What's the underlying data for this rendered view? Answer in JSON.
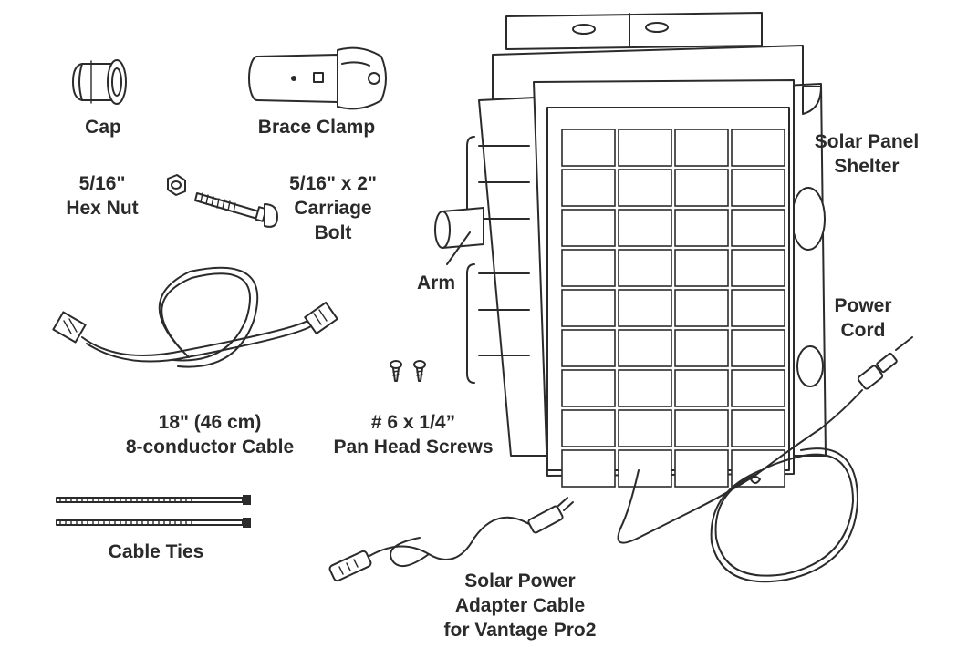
{
  "labels": {
    "cap": "Cap",
    "brace_clamp": "Brace Clamp",
    "hex_nut": [
      "5/16\"",
      "Hex Nut"
    ],
    "carriage_bolt": [
      "5/16\" x 2\"",
      "Carriage",
      "Bolt"
    ],
    "solar_panel_shelter": [
      "Solar Panel",
      "Shelter"
    ],
    "arm": "Arm",
    "power_cord": [
      "Power",
      "Cord"
    ],
    "cable_8_conductor": [
      "18\" (46 cm)",
      "8-conductor Cable"
    ],
    "pan_head_screws": [
      "# 6 x 1/4”",
      "Pan Head Screws"
    ],
    "cable_ties": "Cable Ties",
    "solar_power_adapter_cable": [
      "Solar Power",
      "Adapter Cable",
      "for Vantage Pro2"
    ]
  },
  "icons": {
    "cap": "cap-icon",
    "brace_clamp": "brace-clamp-icon",
    "hex_nut": "hex-nut-icon",
    "carriage_bolt": "carriage-bolt-icon",
    "cable": "cable-icon",
    "screws": "screw-icon",
    "cable_ties": "cable-tie-icon",
    "adapter_cable": "adapter-cable-icon",
    "solar_panel_shelter": "solar-panel-shelter-icon",
    "power_cord": "power-cord-icon"
  },
  "colors": {
    "line": "#2b2b2b",
    "text": "#2a2a2a",
    "background": "#ffffff"
  }
}
